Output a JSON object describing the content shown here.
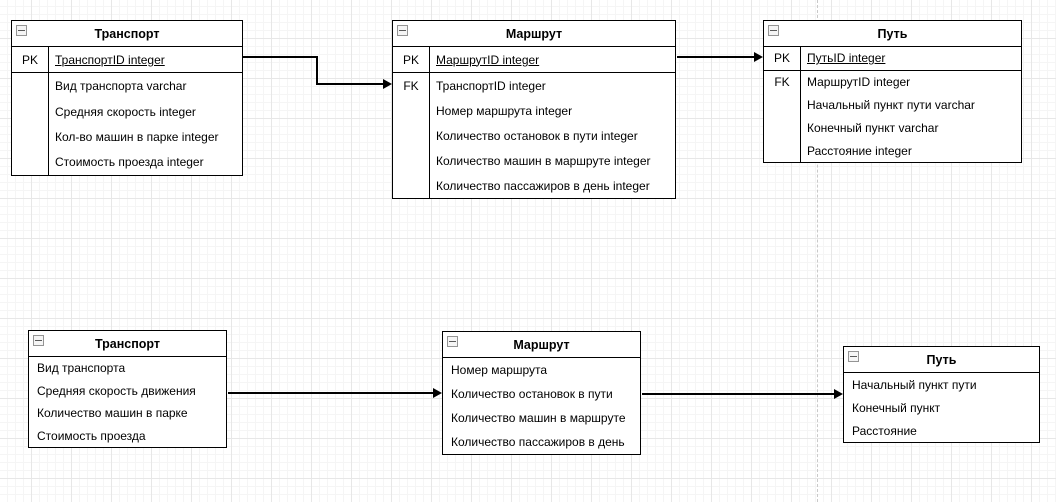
{
  "app": {
    "view": "er-diagram-canvas"
  },
  "colors": {
    "stroke": "#000000",
    "background": "#ffffff",
    "grid_minor": "#f5f5f5",
    "grid_major": "#e7e7e7",
    "page_divider": "#c9c9c9"
  },
  "diagram": {
    "tables": [
      {
        "title": "Транспорт",
        "rows": [
          {
            "key": "PK",
            "name": "ТранспортID integer"
          },
          {
            "key": "",
            "name": "Вид транспорта varchar"
          },
          {
            "key": "",
            "name": "Средняя скорость integer"
          },
          {
            "key": "",
            "name": "Кол-во машин в парке  integer"
          },
          {
            "key": "",
            "name": "Стоимость проезда  integer"
          }
        ]
      },
      {
        "title": "Маршрут",
        "rows": [
          {
            "key": "PK",
            "name": "МаршрутID integer"
          },
          {
            "key": "FK",
            "name": "ТранспортID integer"
          },
          {
            "key": "",
            "name": "Номер маршрута  integer"
          },
          {
            "key": "",
            "name": "Количество остановок в пути integer"
          },
          {
            "key": "",
            "name": "Количество машин в маршруте integer"
          },
          {
            "key": "",
            "name": "Количество пассажиров в день integer"
          }
        ]
      },
      {
        "title": "Путь",
        "rows": [
          {
            "key": "PK",
            "name": "ПутьID integer"
          },
          {
            "key": "FK",
            "name": "МаршрутID integer"
          },
          {
            "key": "",
            "name": "Начальный пункт пути varchar"
          },
          {
            "key": "",
            "name": "Конечный пункт varchar"
          },
          {
            "key": "",
            "name": "Расстояние integer"
          }
        ]
      },
      {
        "title": "Транспорт",
        "rows": [
          {
            "name": "Вид транспорта"
          },
          {
            "name": "Средняя скорость движения"
          },
          {
            "name": "Количество машин в парке"
          },
          {
            "name": "Стоимость проезда"
          }
        ]
      },
      {
        "title": "Маршрут",
        "rows": [
          {
            "name": "Номер маршрута"
          },
          {
            "name": "Количество остановок в пути"
          },
          {
            "name": "Количество машин в маршруте"
          },
          {
            "name": "Количество пассажиров в день"
          }
        ]
      },
      {
        "title": "Путь",
        "rows": [
          {
            "name": "Начальный пункт пути"
          },
          {
            "name": "Конечный пункт"
          },
          {
            "name": "Расстояние"
          }
        ]
      }
    ],
    "connectors": [
      {
        "from": "Транспорт.ТранспортID",
        "to": "Маршрут.ТранспортID",
        "shape": "elbow-arrow"
      },
      {
        "from": "Маршрут.МаршрутID",
        "to": "Путь.МаршрутID",
        "shape": "straight-arrow"
      },
      {
        "from": "Транспорт",
        "to": "Маршрут",
        "shape": "straight-arrow"
      },
      {
        "from": "Маршрут",
        "to": "Путь",
        "shape": "straight-arrow"
      }
    ]
  }
}
